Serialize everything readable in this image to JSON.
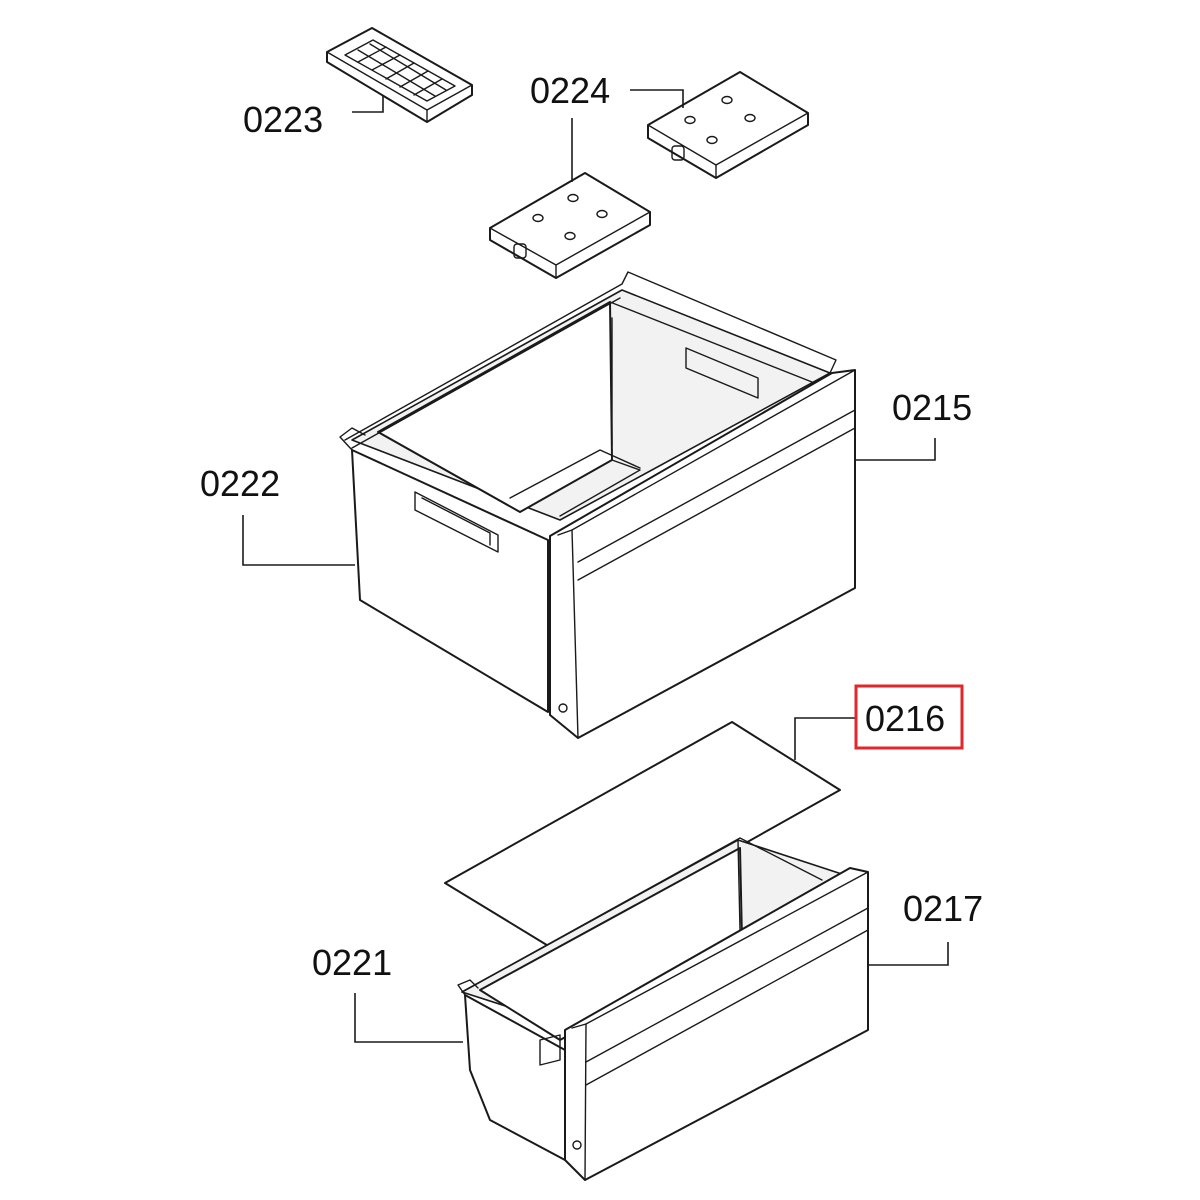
{
  "colors": {
    "highlight": "#e3262b",
    "line": "#1a1a1a"
  },
  "highlighted_part": "0216",
  "labels": {
    "p0223": "0223",
    "p0224": "0224",
    "p0215": "0215",
    "p0222": "0222",
    "p0216": "0216",
    "p0217": "0217",
    "p0221": "0221"
  }
}
